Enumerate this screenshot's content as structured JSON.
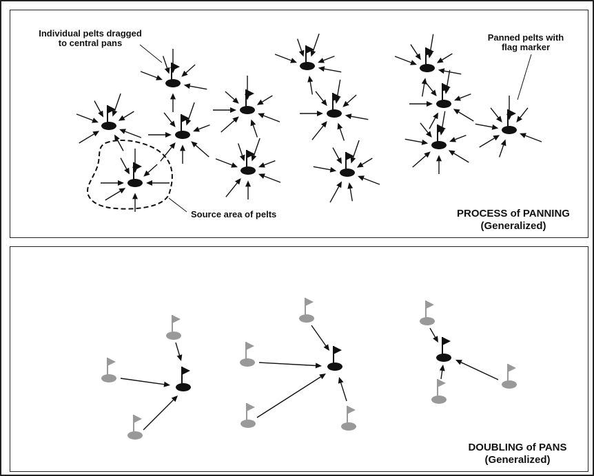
{
  "top_panel": {
    "label_pelts_line1": "Individual pelts dragged",
    "label_pelts_line2": "to central pans",
    "label_flag_line1": "Panned pelts with",
    "label_flag_line2": "flag marker",
    "label_source": "Source area of pelts",
    "title_line1": "PROCESS of PANNING",
    "title_line2": "(Generalized)"
  },
  "bottom_panel": {
    "title_line1": "DOUBLING of PANS",
    "title_line2": "(Generalized)"
  },
  "colors": {
    "pan": "#111111",
    "old_pan": "#999999",
    "line": "#111111"
  }
}
